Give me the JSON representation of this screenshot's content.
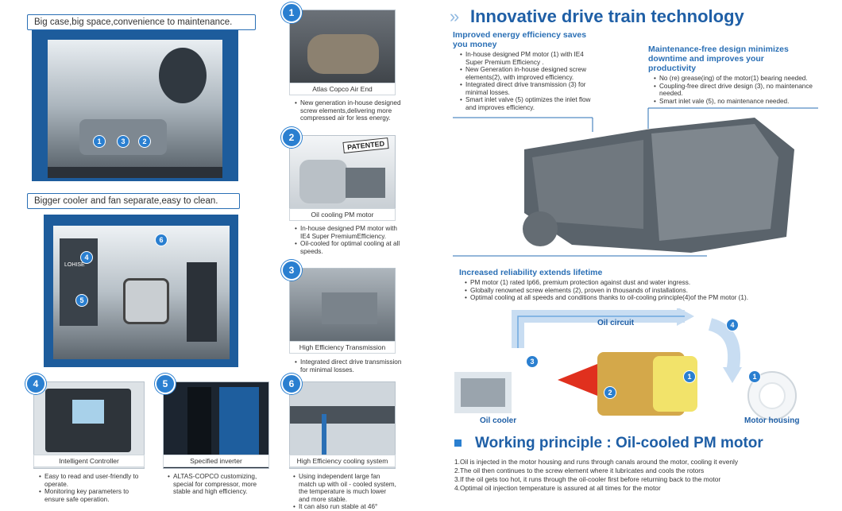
{
  "left": {
    "callout_top": "Big case,big space,convenience to maintenance.",
    "callout_mid": "Bigger cooler and fan separate,easy to clean.",
    "machine_top_labels": [
      "1",
      "3",
      "2"
    ],
    "machine_bottom_labels": [
      "4",
      "5",
      "6"
    ],
    "lohi_label": "LOHISE"
  },
  "bottom_panels": [
    {
      "num": "4",
      "caption": "Intelligent Controller",
      "bullets": [
        "Easy to read and user-friendly to operate.",
        "Monitoring key parameters to ensure safe operation."
      ]
    },
    {
      "num": "5",
      "caption": "Specified inverter",
      "bullets": [
        "ALTAS-COPCO customizing, special for compressor, more stable and high efficiency."
      ]
    },
    {
      "num": "6",
      "caption": "High Efficiency cooling system",
      "bullets": [
        "Using independent large fan match up with oil - cooled system, the temperature is much lower and more stable.",
        "It can also run stable at 46°"
      ]
    }
  ],
  "middle_panels": [
    {
      "num": "1",
      "caption": "Atlas Copco Air End",
      "bullets": [
        "New generation in-house designed screw elements,delivering more compressed air for less energy."
      ]
    },
    {
      "num": "2",
      "caption": "Oil cooling PM motor",
      "badge": "PATENTED",
      "bullets": [
        "In-house designed PM motor with IE4 Super PremiumEfficiency.",
        "Oil-cooled for optimal cooling at all speeds."
      ]
    },
    {
      "num": "3",
      "caption": "High Efficiency Transmission",
      "bullets": [
        "Integrated direct drive transmission for minimal losses."
      ]
    }
  ],
  "right": {
    "title_arrows": "»",
    "title": "Innovative drive train technology",
    "efficiency": {
      "heading": "Improved energy efficiency saves you money",
      "bullets": [
        "In-house designed PM motor (1) with IE4 Super Premium Efficiency .",
        "New Generation in-house designed screw elements(2), with improved efficiency.",
        "Integrated direct drive transmission (3) for minimal losses.",
        "Smart inlet valve (5) optimizes the inlet flow and improves efficiency."
      ]
    },
    "maintenance": {
      "heading": "Maintenance-free design minimizes downtime and improves your productivity",
      "bullets": [
        "No (re) grease(ing) of the motor(1) bearing needed.",
        "Coupling-free direct drive design (3), no maintenance needed.",
        "Smart inlet vale (5), no maintenance needed."
      ]
    },
    "reliability": {
      "heading": "Increased reliability extends lifetime",
      "bullets": [
        "PM motor (1) rated Ip66, premium protection against dust and water ingress.",
        "Globally renowned screw elements (2), proven in thousands of installations.",
        "Optimal cooling at all speeds and conditions thanks to oil-cooling principle(4)of the PM motor (1)."
      ]
    },
    "diagram": {
      "oil_circuit": "Oil circuit",
      "oil_cooler": "Oil cooler",
      "motor_housing": "Motor housing",
      "markers": [
        "1",
        "2",
        "3",
        "4",
        "1"
      ]
    },
    "working_title": "Working principle : Oil-cooled PM motor",
    "working_steps": [
      "1.Oil is injected in the motor housing and runs through canals around the motor, cooling it evenly",
      "2.The oil then continues to the screw element where it lubricates and cools the rotors",
      "3.If the oil gets too hot, it runs through the oil-cooler first before returning back to the motor",
      "4.Optimal oil injection temperature is assured at all times for the motor"
    ],
    "colors": {
      "accent": "#2a6fb5",
      "arrow_red": "#e0301e",
      "flow_blue": "#6fa9e0"
    }
  }
}
